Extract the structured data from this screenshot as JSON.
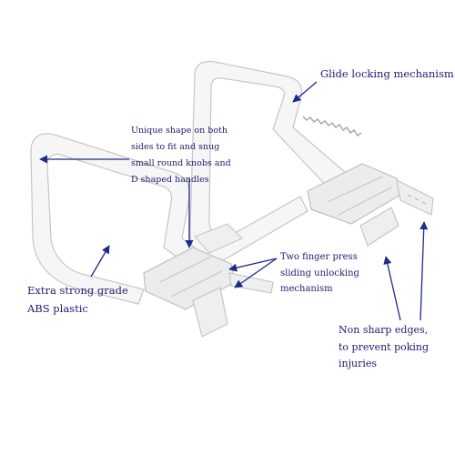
{
  "labels": {
    "glide_locking": "Glide locking mechanism",
    "unique_shape": "Unique shape on both\nsides to fit and snug\nsmall round knobs and\nD shaped handles",
    "extra_strong": "Extra strong grade\nABS plastic",
    "two_finger": "Two finger press\nsliding unlocking\nmechanism",
    "non_sharp": "Non sharp edges,\nto prevent poking\ninjuries"
  },
  "colors": {
    "label_text": "#1c1c6e",
    "arrow": "#1f2a8a",
    "plastic": "#f4f4f4",
    "plastic_edge": "#c9c9c9",
    "background": "#ffffff"
  }
}
